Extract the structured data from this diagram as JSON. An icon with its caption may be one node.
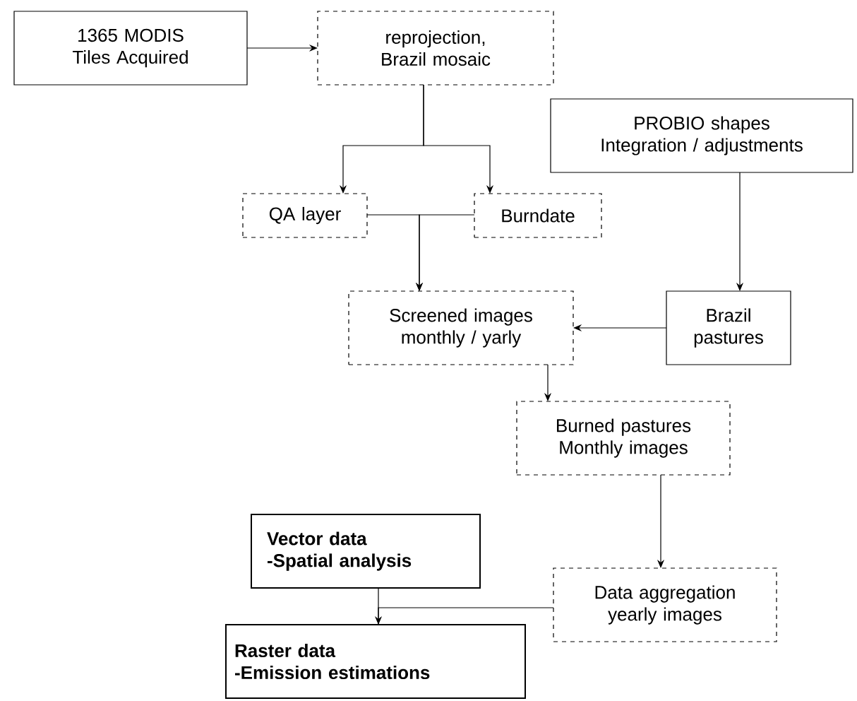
{
  "diagram": {
    "nodes": [
      {
        "text": [
          "1365 MODIS Tiles Acquired"
        ]
      },
      {
        "text": [
          "reprojection, Brazil mosaic"
        ]
      },
      {
        "text": [
          "PROBIO shapes Integration / adjustments"
        ]
      },
      {
        "text": [
          "QA layer"
        ]
      },
      {
        "text": [
          "Burndate"
        ]
      },
      {
        "text": [
          "Screened images monthly / yarly"
        ]
      },
      {
        "text": [
          "Brazil pastures"
        ]
      },
      {
        "text": [
          "Burned pastures Monthly images"
        ]
      },
      {
        "text": [
          "Vector data",
          "-Spatial analysis"
        ]
      },
      {
        "text": [
          "Raster data",
          "-Emission estimations"
        ]
      },
      {
        "text": [
          "Data aggregation yearly images"
        ]
      }
    ],
    "edges": [
      {
        "from": 0,
        "to": 1,
        "arrow": "to"
      },
      {
        "from": 1,
        "to": 3,
        "arrow": "to"
      },
      {
        "from": 1,
        "to": 4,
        "arrow": "to"
      },
      {
        "from": 3,
        "to": 5,
        "arrow": "to"
      },
      {
        "from": 4,
        "to": 5,
        "arrow": "to"
      },
      {
        "from": 2,
        "to": 6,
        "arrow": "to"
      },
      {
        "from": 6,
        "to": 5,
        "arrow": "to"
      },
      {
        "from": 5,
        "to": 7,
        "arrow": "to"
      },
      {
        "from": 7,
        "to": 10,
        "arrow": "to"
      },
      {
        "from": 8,
        "to": 9,
        "arrow": "none"
      },
      {
        "from": 10,
        "to": 9,
        "arrow": "to"
      }
    ]
  }
}
